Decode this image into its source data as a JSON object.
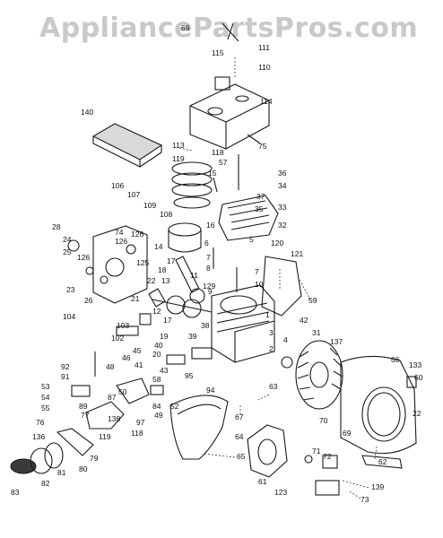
{
  "watermark": "AppliancePartsPros.com",
  "callouts": {
    "c69": "69",
    "c111": "111",
    "c115": "115",
    "c110": "110",
    "c114": "114",
    "c140": "140",
    "c113": "113",
    "c119a": "119",
    "c118a": "118",
    "c75": "75",
    "c57": "57",
    "c15": "15",
    "c36": "36",
    "c34": "34",
    "c37": "37",
    "c35": "35",
    "c33": "33",
    "c106": "106",
    "c107": "107",
    "c109": "109",
    "c108": "108",
    "c32": "32",
    "c16": "16",
    "c28": "28",
    "c74": "74",
    "c126a": "126",
    "c24": "24",
    "c14": "14",
    "c6": "6",
    "c5": "5",
    "c120": "120",
    "c121": "121",
    "c25": "25",
    "c126b": "126",
    "c125": "125",
    "c17a": "17",
    "c7a": "7",
    "c8": "8",
    "c7b": "7",
    "c18": "18",
    "c23": "23",
    "c26": "26",
    "c22": "22",
    "c13": "13",
    "c11": "11",
    "c129": "129",
    "c10": "10",
    "c9": "9",
    "c59": "59",
    "c21": "21",
    "c12": "12",
    "c104": "104",
    "c17b": "17",
    "c103": "103",
    "c1": "1",
    "c42": "42",
    "c102": "102",
    "c38": "38",
    "c19": "19",
    "c39": "39",
    "c3": "3",
    "c4": "4",
    "c31": "31",
    "c137": "137",
    "c40": "40",
    "c20": "20",
    "c45": "45",
    "c2": "2",
    "c46": "46",
    "c41": "41",
    "c92": "92",
    "c91": "91",
    "c48": "48",
    "c43": "43",
    "c58": "58",
    "c95": "95",
    "c66": "66",
    "c133": "133",
    "c60": "60",
    "c53": "53",
    "c54": "54",
    "c55": "55",
    "c87": "87",
    "c50": "50",
    "c84": "84",
    "c94": "94",
    "c63": "63",
    "c89": "89",
    "c77": "77",
    "c49": "49",
    "c97": "97",
    "c52": "52",
    "c22b": "22",
    "c76": "76",
    "c138": "138",
    "c136": "136",
    "c119b": "119",
    "c118b": "118",
    "c67": "67",
    "c70": "70",
    "c69b": "69",
    "c64": "64",
    "c79": "79",
    "c65": "65",
    "c61": "61",
    "c71": "71",
    "c72": "72",
    "c82": "82",
    "c81": "81",
    "c80": "80",
    "c62": "62",
    "c123": "123",
    "c83": "83",
    "c139": "139",
    "c73": "73"
  }
}
